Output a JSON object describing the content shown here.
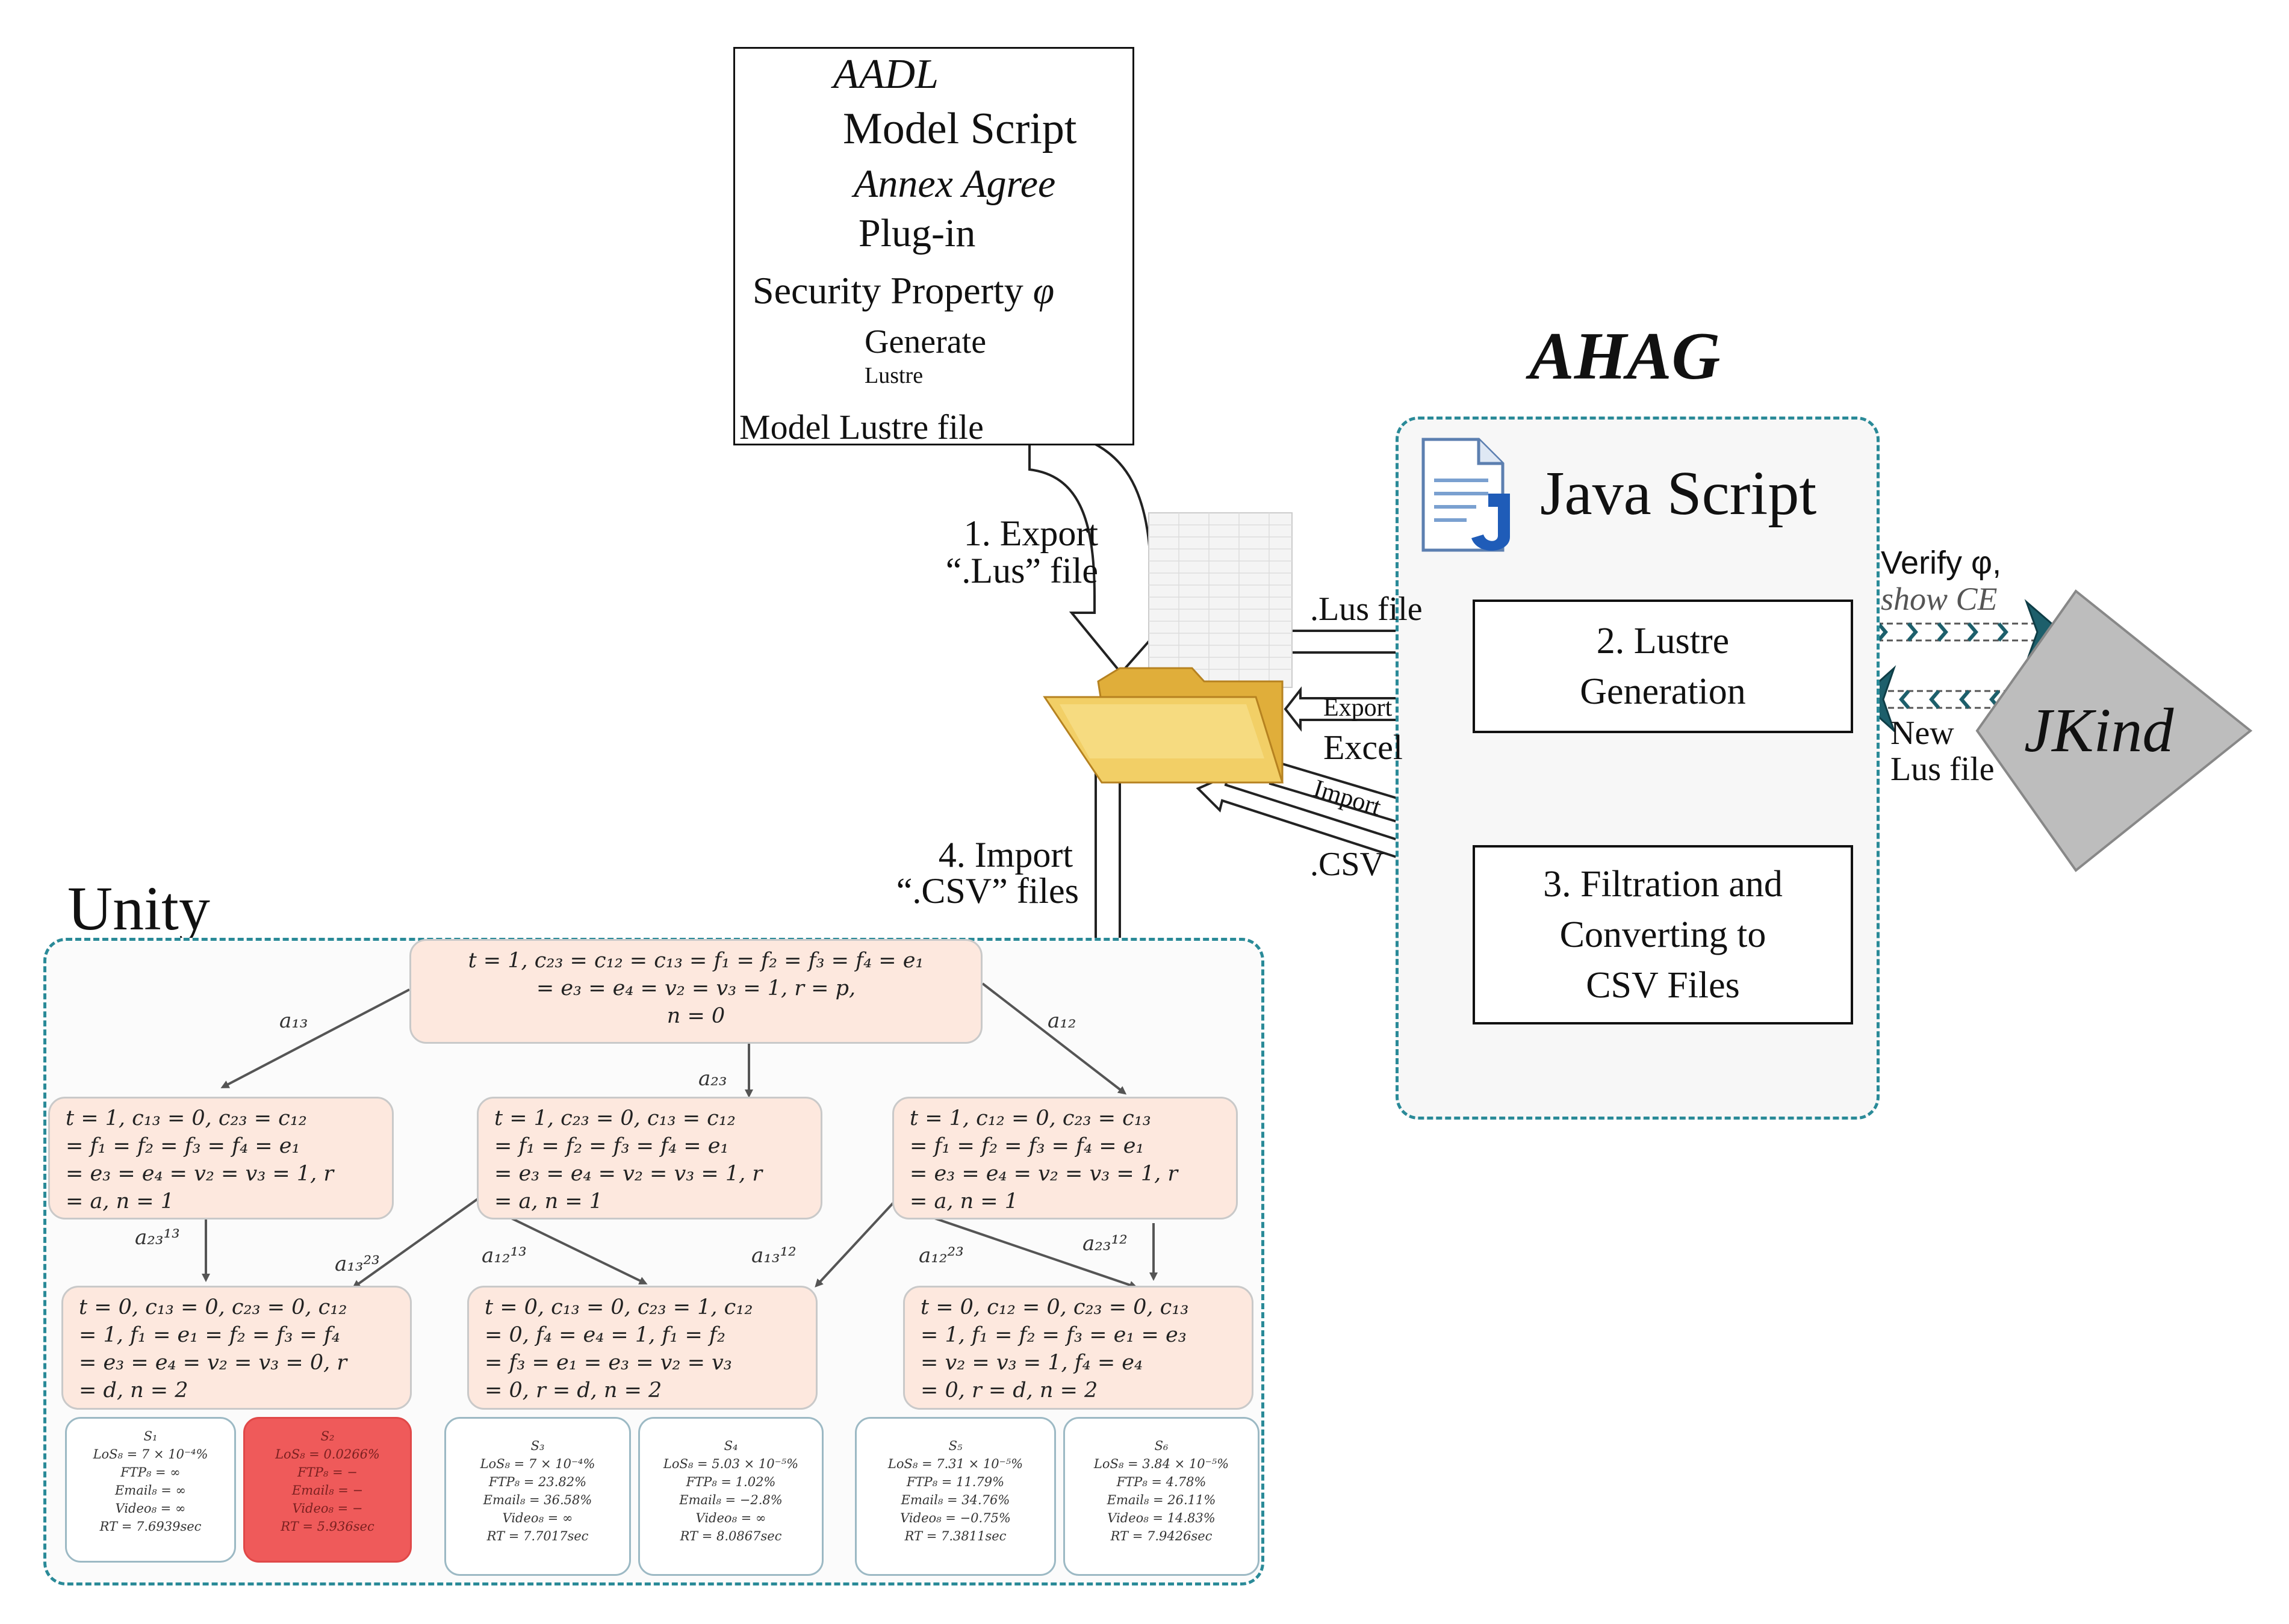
{
  "aadl": {
    "title": "AADL",
    "model_script": "Model Script",
    "annex": "Annex Agree",
    "plugin": "Plug-in",
    "security": "Security Property",
    "phi": "φ",
    "generate": "Generate",
    "lustre_small": "Lustre",
    "model_lustre": "Model Lustre file"
  },
  "export_label": [
    "1. Export",
    "“.Lus” file"
  ],
  "import_csv_label": [
    "4. Import",
    "“.CSV” files"
  ],
  "ahag": {
    "title": "AHAG",
    "java_script": "Java Script",
    "lustre_gen": [
      "2. Lustre",
      "Generation"
    ],
    "filtration": [
      "3. Filtration and",
      "Converting to",
      "CSV Files"
    ],
    "lus_file": ".Lus file",
    "export_small": "Export",
    "excel": "Excel",
    "import_small": "Import",
    "csv": ".CSV"
  },
  "jkind": {
    "name": "JKind",
    "verify": "Verify φ,",
    "show_ce": "show CE",
    "new": "New",
    "lus_file": "Lus file"
  },
  "unity": {
    "title": "Unity",
    "root": [
      "t = 1, c₂₃ = c₁₂ = c₁₃ = f₁ = f₂ = f₃ = f₄ = e₁",
      "= e₃ = e₄ = v₂ = v₃ = 1, r = p,",
      "n = 0"
    ],
    "level1": [
      [
        "t = 1, c₁₃ = 0, c₂₃ = c₁₂",
        "= f₁ = f₂ = f₃ = f₄ = e₁",
        "= e₃ = e₄ = v₂ = v₃ = 1, r",
        "= a, n = 1"
      ],
      [
        "t = 1, c₂₃ = 0, c₁₃ = c₁₂",
        "= f₁ = f₂ = f₃ = f₄ = e₁",
        "= e₃ = e₄ = v₂ = v₃ = 1, r",
        "= a, n = 1"
      ],
      [
        "t = 1, c₁₂ = 0, c₂₃ = c₁₃",
        "= f₁ = f₂ = f₃ = f₄ = e₁",
        "= e₃ = e₄ = v₂ = v₃ = 1, r",
        "= a, n = 1"
      ]
    ],
    "level2": [
      [
        "t = 0, c₁₃ = 0, c₂₃ = 0, c₁₂",
        "= 1, f₁ = e₁ = f₂ = f₃ = f₄",
        "= e₃ = e₄ = v₂ = v₃ = 0, r",
        "= d, n = 2"
      ],
      [
        "t = 0, c₁₃ = 0, c₂₃ = 1, c₁₂",
        "= 0, f₄ = e₄ = 1, f₁ = f₂",
        "= f₃ = e₁ = e₃ = v₂ = v₃",
        "= 0, r = d, n = 2"
      ],
      [
        "t = 0, c₁₂ = 0, c₂₃ = 0, c₁₃",
        "= 1, f₁ = f₂ = f₃ = e₁ = e₃",
        "= v₂ = v₃ = 1, f₄ = e₄",
        "= 0, r = d, n = 2"
      ]
    ],
    "edges": {
      "a13": "a₁₃",
      "a23": "a₂₃",
      "a12": "a₁₂",
      "a23_13": "a₂₃¹³",
      "a13_23": "a₁₃²³",
      "a12_13": "a₁₂¹³",
      "a13_12": "a₁₃¹²",
      "a12_23": "a₁₂²³",
      "a23_12": "a₂₃¹²"
    },
    "states": [
      [
        "S₁",
        "LoS₈ = 7 × 10⁻⁴%",
        "FTP₈ = ∞",
        "Email₈ = ∞",
        "Video₈ = ∞",
        "RT = 7.6939sec"
      ],
      [
        "S₂",
        "LoS₈ = 0.0266%",
        "FTP₈ = −",
        "Email₈ = −",
        "Video₈ = −",
        "RT = 5.936sec"
      ],
      [
        "S₃",
        "LoS₈ = 7 × 10⁻⁴%",
        "FTP₈ = 23.82%",
        "Email₈ = 36.58%",
        "Video₈ = ∞",
        "RT = 7.7017sec"
      ],
      [
        "S₄",
        "LoS₈ = 5.03 × 10⁻⁵%",
        "FTP₈ = 1.02%",
        "Email₈ = −2.8%",
        "Video₈ = ∞",
        "RT = 8.0867sec"
      ],
      [
        "S₅",
        "LoS₈ = 7.31 × 10⁻⁵%",
        "FTP₈ = 11.79%",
        "Email₈ = 34.76%",
        "Video₈ = −0.75%",
        "RT = 7.3811sec"
      ],
      [
        "S₆",
        "LoS₈ = 3.84 × 10⁻⁵%",
        "FTP₈ = 4.78%",
        "Email₈ = 26.11%",
        "Video₈ = 14.83%",
        "RT = 7.9426sec"
      ]
    ]
  }
}
